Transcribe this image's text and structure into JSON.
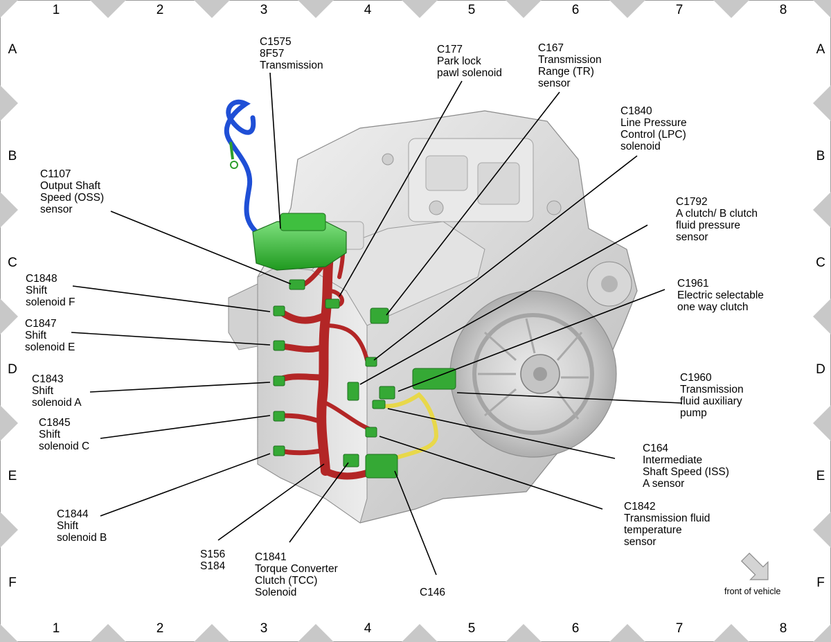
{
  "grid": {
    "columns": [
      "1",
      "2",
      "3",
      "4",
      "5",
      "6",
      "7",
      "8"
    ],
    "rows": [
      "A",
      "B",
      "C",
      "D",
      "E",
      "F"
    ]
  },
  "callouts": [
    {
      "id": "c1575",
      "text": "C1575\n8F57\nTransmission"
    },
    {
      "id": "c177",
      "text": "C177\nPark lock\npawl solenoid"
    },
    {
      "id": "c167",
      "text": "C167\nTransmission\nRange (TR)\nsensor"
    },
    {
      "id": "c1840",
      "text": "C1840\nLine Pressure\nControl (LPC)\nsolenoid"
    },
    {
      "id": "c1107",
      "text": "C1107\nOutput Shaft\nSpeed (OSS)\nsensor"
    },
    {
      "id": "c1792",
      "text": "C1792\nA clutch/ B clutch\nfluid pressure\nsensor"
    },
    {
      "id": "c1848",
      "text": "C1848\nShift\nsolenoid F"
    },
    {
      "id": "c1961",
      "text": "C1961\nElectric selectable\none way clutch"
    },
    {
      "id": "c1847",
      "text": "C1847\nShift\nsolenoid E"
    },
    {
      "id": "c1843",
      "text": "C1843\nShift\nsolenoid A"
    },
    {
      "id": "c1960",
      "text": "C1960\nTransmission\nfluid auxiliary\npump"
    },
    {
      "id": "c1845",
      "text": "C1845\nShift\nsolenoid C"
    },
    {
      "id": "c164",
      "text": "C164\nIntermediate\nShaft Speed (ISS)\nA sensor"
    },
    {
      "id": "c1844",
      "text": "C1844\nShift\nsolenoid B"
    },
    {
      "id": "c1842",
      "text": "C1842\nTransmission fluid\ntemperature\nsensor"
    },
    {
      "id": "s156",
      "text": "S156\nS184"
    },
    {
      "id": "c1841",
      "text": "C1841\nTorque Converter\nClutch (TCC)\nSolenoid"
    },
    {
      "id": "c146",
      "text": "C146"
    }
  ],
  "orientation": {
    "label": "front of vehicle",
    "icon": "direction-arrow-icon"
  },
  "colors": {
    "harness": "#b32626",
    "connector": "#2f9e2f",
    "lead_blue": "#1f4fd6",
    "lead_yellow": "#e8d84a",
    "housing": "#d6d6d6",
    "housing_edge": "#8a8a8a",
    "grid_marker": "#c8c8c8"
  }
}
